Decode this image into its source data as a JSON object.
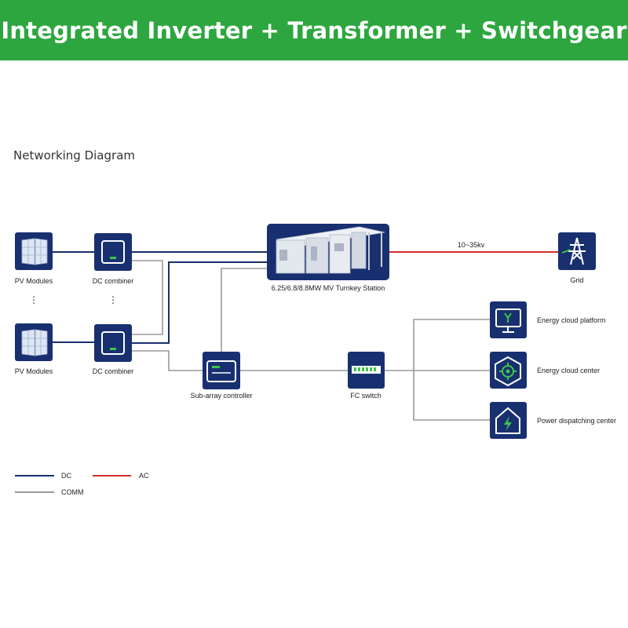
{
  "header": {
    "title": "Integrated Inverter + Transformer + Switchgear"
  },
  "diagram": {
    "title": "Networking Diagram",
    "nodes": {
      "pv_modules_top": {
        "label": "PV Modules",
        "icon": "solar-panel-icon"
      },
      "pv_modules_bottom": {
        "label": "PV Modules",
        "icon": "solar-panel-icon"
      },
      "dc_combiner_top": {
        "label": "DC combiner",
        "icon": "combiner-box-icon"
      },
      "dc_combiner_bottom": {
        "label": "DC combiner",
        "icon": "combiner-box-icon"
      },
      "turnkey_station": {
        "label": "6.25/6.8/8.8MW MV Turnkey Station",
        "icon": "turnkey-station-icon"
      },
      "grid": {
        "label": "Grid",
        "icon": "transmission-tower-icon"
      },
      "sub_array_controller": {
        "label": "Sub-array controller",
        "icon": "controller-icon"
      },
      "fc_switch": {
        "label": "FC switch",
        "icon": "network-switch-icon"
      },
      "energy_cloud_platform": {
        "label": "Energy cloud platform",
        "icon": "monitor-icon"
      },
      "energy_cloud_center": {
        "label": "Energy cloud center",
        "icon": "gear-icon"
      },
      "power_dispatching_center": {
        "label": "Power dispatching center",
        "icon": "house-lightning-icon"
      }
    },
    "ellipsis": "⋮",
    "voltage_label": "10~35kv",
    "legend": [
      {
        "label": "DC",
        "color": "#1b2f6b"
      },
      {
        "label": "AC",
        "color": "#d32f2f"
      },
      {
        "label": "COMM",
        "color": "#9a9a9a"
      }
    ]
  },
  "colors": {
    "banner": "#2ea63f",
    "node_fill": "#183070",
    "accent_green": "#3ec34a",
    "dc_line": "#1b2f6b",
    "ac_line": "#d32f2f",
    "comm_line": "#9a9a9a"
  }
}
